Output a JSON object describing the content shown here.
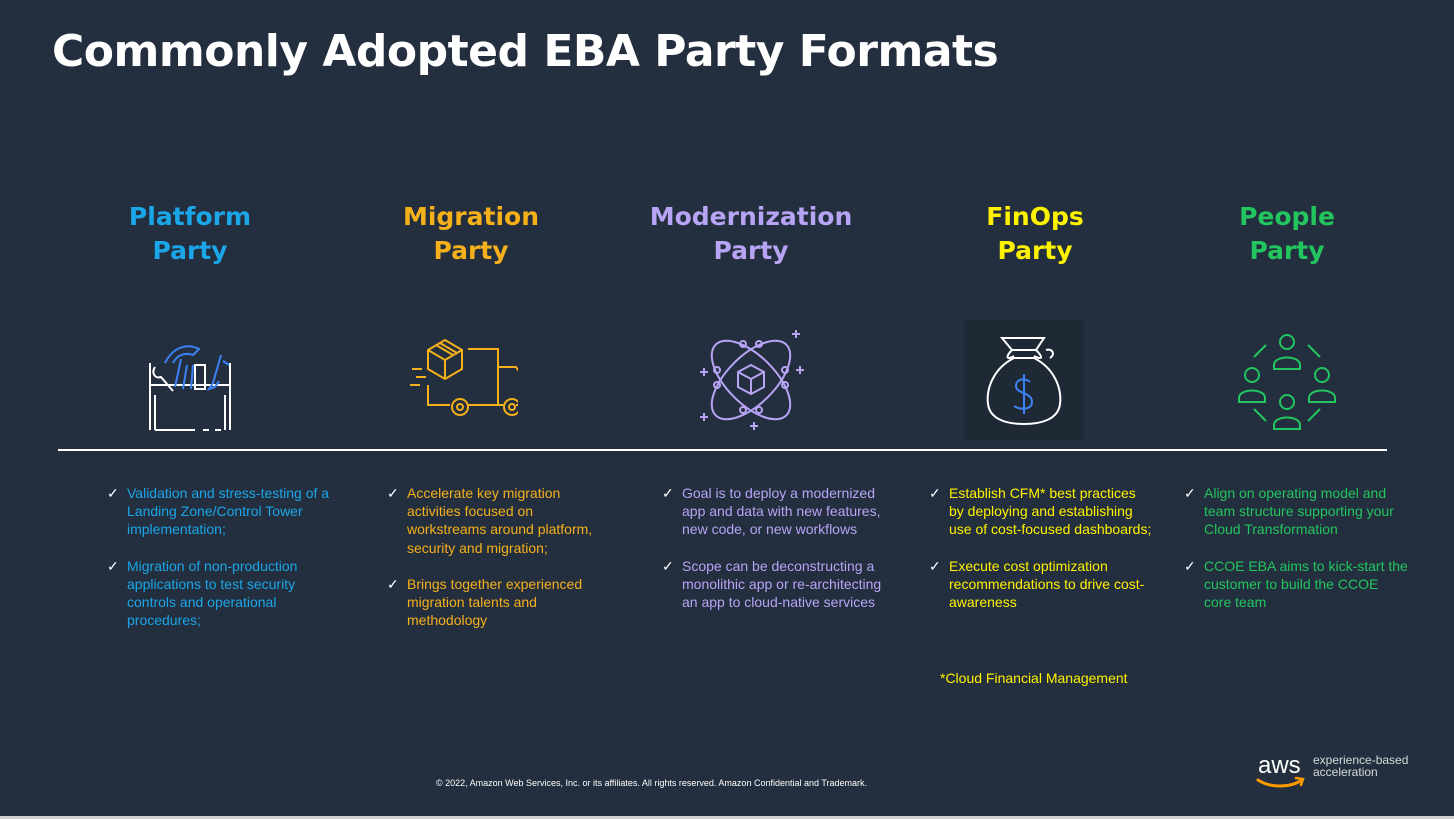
{
  "title": "Commonly Adopted EBA Party Formats",
  "colors": {
    "background": "#232f3e",
    "platform": "#1aa6e8",
    "migration": "#f5b01a",
    "modernization": "#b8a4f5",
    "finops": "#fff200",
    "people": "#22c55e"
  },
  "columns": [
    {
      "title_line1": "Platform",
      "title_line2": "Party",
      "icon": "toolbox-icon",
      "bullets": [
        "Validation and stress-testing of a Landing Zone/Control Tower implementation;",
        "Migration of non-production applications to test security controls and operational procedures;"
      ]
    },
    {
      "title_line1": "Migration",
      "title_line2": "Party",
      "icon": "truck-icon",
      "bullets": [
        "Accelerate key migration activities focused on workstreams around platform, security and migration;",
        "Brings together experienced migration talents and methodology"
      ]
    },
    {
      "title_line1": "Modernization",
      "title_line2": "Party",
      "icon": "orbit-cube-icon",
      "bullets": [
        "Goal is to deploy a modernized app and data with new features, new code, or new workflows",
        "Scope can be deconstructing a monolithic app or re-architecting an app to cloud-native services"
      ]
    },
    {
      "title_line1": "FinOps",
      "title_line2": "Party",
      "icon": "money-bag-icon",
      "bullets": [
        "Establish CFM* best practices by deploying and establishing use of cost-focused dashboards;",
        "Execute cost optimization recommendations to drive cost-awareness"
      ]
    },
    {
      "title_line1": "People",
      "title_line2": "Party",
      "icon": "people-circle-icon",
      "bullets": [
        "Align on operating model and team structure supporting your Cloud Transformation",
        "CCOE EBA  aims to kick-start the customer to build the CCOE core team"
      ]
    }
  ],
  "check_mark": "✓",
  "footnote": "*Cloud Financial Management",
  "copyright": "© 2022, Amazon Web Services, Inc. or its affiliates. All rights reserved. Amazon Confidential and Trademark.",
  "logo": {
    "brand": "aws",
    "line1": "experience-based",
    "line2": "acceleration",
    "smile_color": "#ff9900"
  }
}
